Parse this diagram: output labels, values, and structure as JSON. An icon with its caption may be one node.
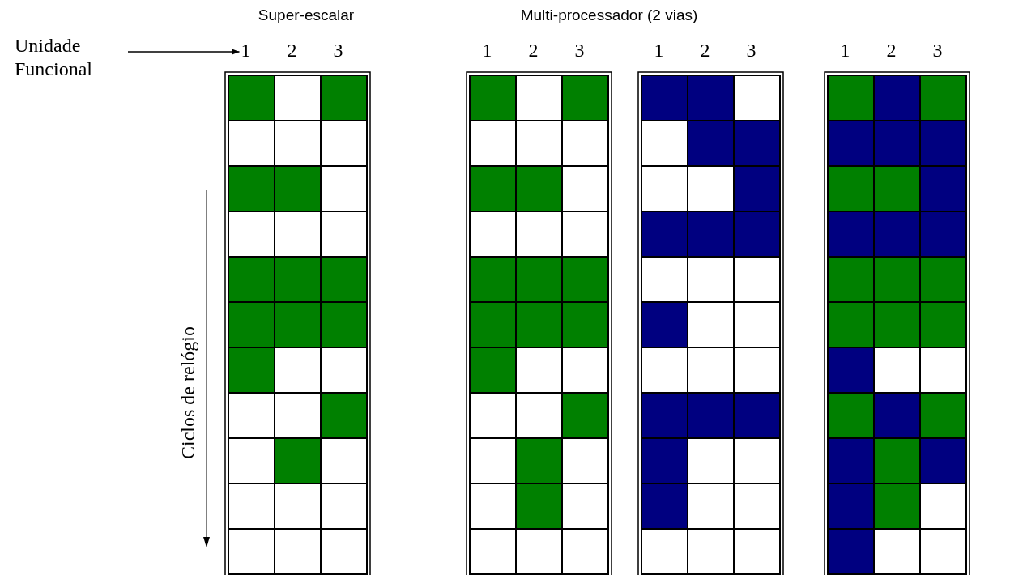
{
  "diagram": {
    "nodes": [
      {
        "text": [
          "Unidade Funcional"
        ]
      },
      {
        "text": [
          "1"
        ]
      }
    ],
    "edges": [
      {
        "from": 0,
        "to": 1,
        "arrow": "to"
      }
    ],
    "labels": [
      "Super-escalar",
      "Multi-processador (2 vias)",
      "2",
      "3",
      "1",
      "2",
      "3",
      "1",
      "2",
      "3",
      "1",
      "2",
      "3",
      "Ciclos de relógio"
    ]
  }
}
